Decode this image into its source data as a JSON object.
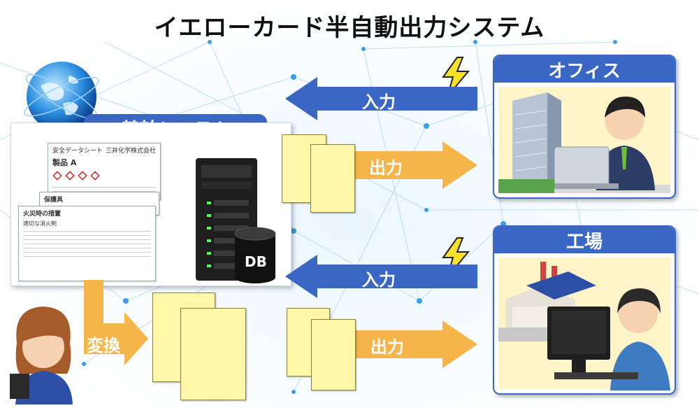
{
  "title": "イエローカード半自動出力システム",
  "core_system": {
    "label": "基幹システム",
    "sheet_header": "安全データシート",
    "sheet_company": "三井化学株式会社",
    "sheet_product": "製品 A",
    "sheet_section_1": "保護具",
    "sheet_section_2": "火災時の措置",
    "sheet_section_3": "適切な消火剤",
    "db_label": "DB"
  },
  "flows": {
    "office_input": "入力",
    "office_output": "出力",
    "factory_input": "入力",
    "factory_output": "出力",
    "convert": "変換"
  },
  "locations": {
    "office": "オフィス",
    "factory": "工場"
  },
  "colors": {
    "brand_blue": "#3a66c4",
    "arrow_orange": "#f6b54a",
    "card_yellow": "#fff7a8"
  }
}
